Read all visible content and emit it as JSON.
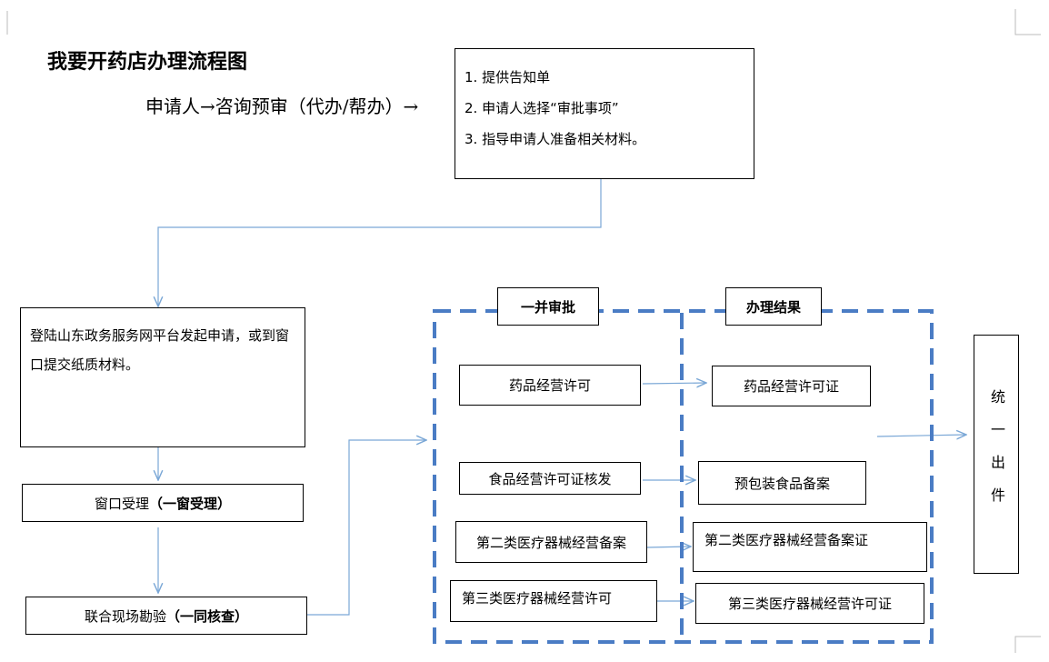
{
  "title": "我要开药店办理流程图",
  "flow_intro": "申请人→咨询预审（代办/帮办）→",
  "consult_box": {
    "items": [
      "1. 提供告知单",
      "2. 申请人选择“审批事项”",
      "3. 指导申请人准备相关材料。"
    ]
  },
  "apply_box": "登陆山东政务服务网平台发起申请，或到窗口提交纸质材料。",
  "window_accept": {
    "prefix": "窗口受理",
    "bold": "（一窗受理）"
  },
  "joint_inspection": {
    "prefix": "联合现场勘验",
    "bold": "（一同核查）"
  },
  "header_review": "一并审批",
  "header_result": "办理结果",
  "review_items": [
    "药品经营许可",
    "食品经营许可证核发",
    "第二类医疗器械经营备案",
    "第三类医疗器械经营许可"
  ],
  "result_items": [
    "药品经营许可证",
    "预包装食品备案",
    "第二类医疗器械经营备案证",
    "第三类医疗器械经营许可证"
  ],
  "final_box": "统一出件",
  "colors": {
    "arrow": "#7aa7d6",
    "dash": "#4a7cc4",
    "line": "#000000"
  }
}
